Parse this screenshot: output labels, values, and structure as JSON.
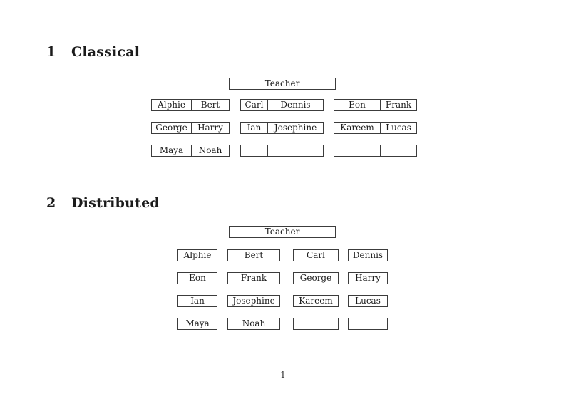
{
  "doc": {
    "page_number": "1"
  },
  "colors": {
    "background": "#ffffff",
    "ink": "#1b1b1b",
    "box_border": "#3c3c3c"
  },
  "classical": {
    "heading_number": "1",
    "heading_title": "Classical",
    "teacher_label": "Teacher",
    "pairs": [
      {
        "l": "Alphie",
        "r": "Bert"
      },
      {
        "l": "Carl",
        "r": "Dennis"
      },
      {
        "l": "Eon",
        "r": "Frank"
      },
      {
        "l": "George",
        "r": "Harry"
      },
      {
        "l": "Ian",
        "r": "Josephine"
      },
      {
        "l": "Kareem",
        "r": "Lucas"
      },
      {
        "l": "Maya",
        "r": "Noah"
      },
      {
        "l": "",
        "r": ""
      },
      {
        "l": "",
        "r": ""
      }
    ]
  },
  "distributed": {
    "heading_number": "2",
    "heading_title": "Distributed",
    "teacher_label": "Teacher",
    "seats": [
      "Alphie",
      "Bert",
      "Carl",
      "Dennis",
      "Eon",
      "Frank",
      "George",
      "Harry",
      "Ian",
      "Josephine",
      "Kareem",
      "Lucas",
      "Maya",
      "Noah",
      "",
      ""
    ]
  }
}
